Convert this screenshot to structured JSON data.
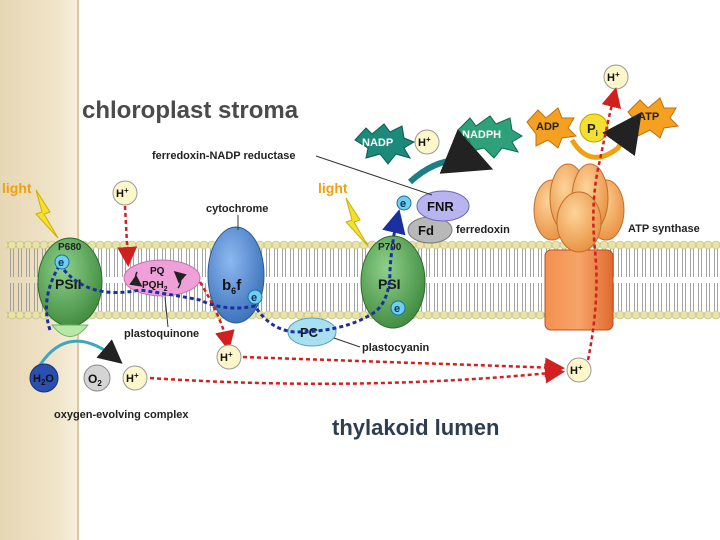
{
  "title_stroma": "chloroplast stroma",
  "title_lumen": "thylakoid lumen",
  "labels": {
    "light_left": "light",
    "light_right": "light",
    "cytochrome": "cytochrome",
    "fnr_enzyme": "ferredoxin-NADP reductase",
    "ferredoxin": "ferredoxin",
    "atp_synthase": "ATP synthase",
    "plastoquinone": "plastoquinone",
    "plastocyanin": "plastocyanin",
    "oec": "oxygen-evolving complex"
  },
  "components": {
    "p680": "P680",
    "psii": "PSII",
    "pq": "PQ",
    "pqh2": "PQH",
    "pqh2_sub": "2",
    "b6f_b": "b",
    "b6f_sub": "6",
    "b6f_f": "f",
    "pc": "PC",
    "p700": "P700",
    "psi": "PSI",
    "fnr": "FNR",
    "fd": "Fd",
    "nadp": "NADP",
    "nadph": "NADPH",
    "adp": "ADP",
    "pi": "P",
    "pi_sub": "i",
    "atp": "ATP",
    "h2o_h": "H",
    "h2o_sub": "2",
    "h2o_o": "O",
    "o2_o": "O",
    "o2_sub": "2"
  },
  "tokens": {
    "electron": "e",
    "electron_sup": "-",
    "proton": "H",
    "proton_sup": "+"
  },
  "colors": {
    "membrane_head": "#e8e4a8",
    "membrane_tail": "#9a9a9a",
    "psii_fill": "#5aa85a",
    "b6f_fill": "#5b8fd0",
    "pq_fill": "#f0a0d8",
    "pc_fill": "#a8e0f0",
    "atp_synthase_head": "#f4b060",
    "atp_synthase_stalk": "#f08040",
    "electron_path": "#1c2fa0",
    "proton_path": "#d02020",
    "nadph_arrow": "#1b7f86"
  }
}
